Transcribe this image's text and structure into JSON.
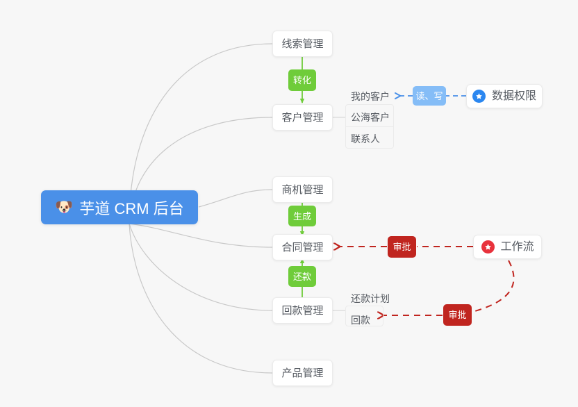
{
  "diagram": {
    "title": "芋道 CRM 后台",
    "background_color": "#f7f7f7"
  },
  "colors": {
    "root_blue": "#4a90e8",
    "green": "#6fcc3a",
    "red": "#c0251f",
    "light_blue": "#85bdf7",
    "blue_accent": "#2b87f0",
    "wire_gray": "#c8c8c8",
    "node_text": "#555a61",
    "node_border": "#ebebeb"
  },
  "root": {
    "emoji": "shiba-dog-emoji",
    "emoji_glyph": "🐶",
    "label": "芋道 CRM 后台"
  },
  "branches": [
    {
      "id": "lead",
      "label": "线索管理"
    },
    {
      "id": "customer",
      "label": "客户管理"
    },
    {
      "id": "opportunity",
      "label": "商机管理"
    },
    {
      "id": "contract",
      "label": "合同管理"
    },
    {
      "id": "receivable",
      "label": "回款管理"
    },
    {
      "id": "product",
      "label": "产品管理"
    }
  ],
  "customer_subitems": [
    {
      "label": "我的客户"
    },
    {
      "label": "公海客户"
    },
    {
      "label": "联系人"
    }
  ],
  "receivable_subitems": [
    {
      "label": "还款计划"
    },
    {
      "label": "回款"
    }
  ],
  "flow_badges": [
    {
      "id": "convert",
      "label": "转化",
      "color": "green"
    },
    {
      "id": "generate",
      "label": "生成",
      "color": "green"
    },
    {
      "id": "repay",
      "label": "还款",
      "color": "green"
    },
    {
      "id": "readwrite",
      "label": "读、写",
      "color": "light_blue"
    },
    {
      "id": "approve1",
      "label": "审批",
      "color": "red"
    },
    {
      "id": "approve2",
      "label": "审批",
      "color": "red"
    }
  ],
  "external_nodes": [
    {
      "id": "data-permission",
      "label": "数据权限",
      "icon": "star-icon",
      "icon_color": "#2b87f0"
    },
    {
      "id": "workflow",
      "label": "工作流",
      "icon": "star-icon",
      "icon_color": "#e8323c"
    }
  ],
  "chart_data": {
    "type": "diagram",
    "title": "芋道 CRM 后台",
    "nodes": [
      "芋道 CRM 后台",
      "线索管理",
      "客户管理",
      "商机管理",
      "合同管理",
      "回款管理",
      "产品管理",
      "我的客户",
      "公海客户",
      "联系人",
      "还款计划",
      "回款",
      "数据权限",
      "工作流"
    ],
    "edges": [
      {
        "from": "芋道 CRM 后台",
        "to": "线索管理",
        "style": "curve",
        "label": ""
      },
      {
        "from": "芋道 CRM 后台",
        "to": "客户管理",
        "style": "curve",
        "label": ""
      },
      {
        "from": "芋道 CRM 后台",
        "to": "商机管理",
        "style": "curve",
        "label": ""
      },
      {
        "from": "芋道 CRM 后台",
        "to": "合同管理",
        "style": "curve",
        "label": ""
      },
      {
        "from": "芋道 CRM 后台",
        "to": "回款管理",
        "style": "curve",
        "label": ""
      },
      {
        "from": "芋道 CRM 后台",
        "to": "产品管理",
        "style": "curve",
        "label": ""
      },
      {
        "from": "线索管理",
        "to": "客户管理",
        "style": "arrow-green",
        "label": "转化"
      },
      {
        "from": "商机管理",
        "to": "合同管理",
        "style": "arrow-green",
        "label": "生成"
      },
      {
        "from": "回款管理",
        "to": "合同管理",
        "style": "arrow-green",
        "label": "还款"
      },
      {
        "from": "数据权限",
        "to": "我的客户",
        "style": "dashed-blue",
        "label": "读、写"
      },
      {
        "from": "工作流",
        "to": "合同管理",
        "style": "dashed-red",
        "label": "审批"
      },
      {
        "from": "工作流",
        "to": "回款",
        "style": "dashed-red",
        "label": "审批"
      }
    ]
  }
}
